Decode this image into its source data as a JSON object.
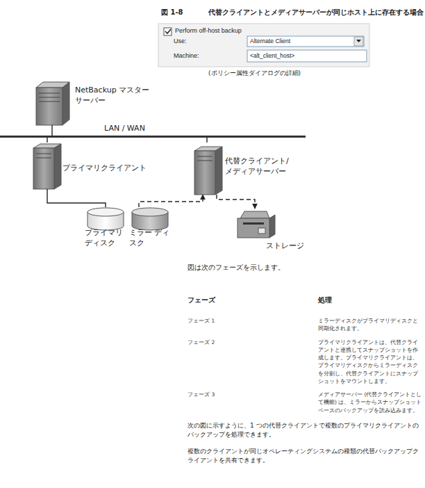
{
  "diagram": {
    "title": "代替クライアントとメディアサーバーが同じホスト上に存在する場合",
    "nodes": [
      {
        "text": [
          "NetBackup マスター サーバー"
        ]
      },
      {
        "text": [
          "LAN / WAN"
        ]
      },
      {
        "text": [
          "プライマリクライアント"
        ]
      },
      {
        "text": [
          "代替クライアント/ メディアサーバー"
        ]
      },
      {
        "text": [
          "プライマリ ディスク"
        ]
      },
      {
        "text": [
          "ミラー ディスク"
        ]
      },
      {
        "text": [
          "ストレージ"
        ]
      }
    ],
    "edges": [
      {
        "from": 0,
        "to": 1,
        "arrow": "none"
      },
      {
        "from": 2,
        "to": 1,
        "arrow": "none"
      },
      {
        "from": 3,
        "to": 1,
        "arrow": "none"
      },
      {
        "from": 2,
        "to": 4,
        "arrow": "none"
      },
      {
        "from": 5,
        "to": 3,
        "arrow": "to"
      },
      {
        "from": 3,
        "to": 6,
        "arrow": "to"
      }
    ],
    "labels": [
      "図 1-8",
      "Perform off-host backup",
      "Use:",
      "Alternate Client",
      "Machine:",
      "<alt_client_host>",
      "(ポリシー属性ダイアログの詳細)",
      "図は次のフェーズを示します。",
      "フェーズ",
      "処理",
      "フェーズ 1",
      "ミラーディスクがプライマリディスクと同期化されます。",
      "フェーズ 2",
      "プライマリクライアントは、代替クライアントと連携してスナップショットを作成します。プライマリクライアントは、プライマリディスクからミラーディスクを分割し、代替クライアントにスナップショットをマウントします。",
      "フェーズ 3",
      "メディアサーバー (代替クライアントとして機能) は、ミラーからスナップショットベースのバックアップを読み込みます。",
      "次の図に示すように、1 つの代替クライアントで複数のプライマリクライアントのバックアップを処理できます。",
      "複数のクライアントが同じオペレーティングシステムの種類の代替バックアップクライアントを共有できます。"
    ]
  }
}
